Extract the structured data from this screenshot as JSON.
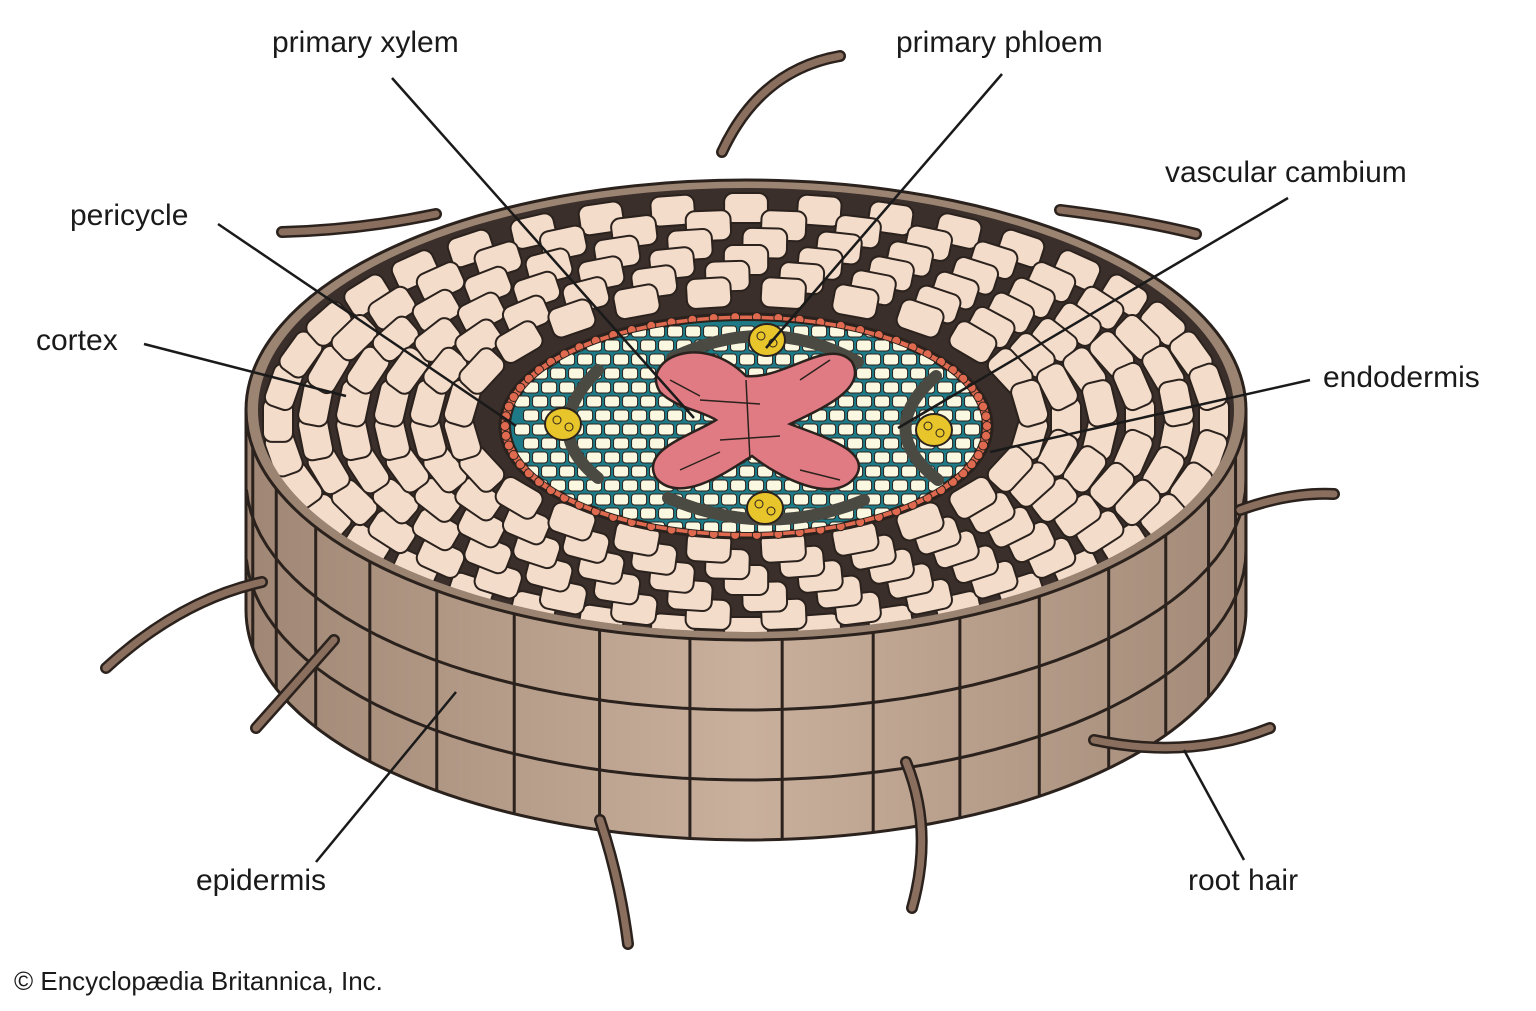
{
  "labels": {
    "primary_xylem": "primary xylem",
    "primary_phloem": "primary phloem",
    "vascular_cambium": "vascular cambium",
    "pericycle": "pericycle",
    "cortex": "cortex",
    "endodermis": "endodermis",
    "epidermis": "epidermis",
    "root_hair": "root hair"
  },
  "credit": "© Encyclopædia Britannica, Inc.",
  "colors": {
    "epidermis_side": "#b9a08c",
    "epidermis_top": "#9c8473",
    "cortex_cell": "#f4dccb",
    "cortex_bg": "#3a2f2a",
    "endodermis": "#e06a4f",
    "stele_bg": "#1e7a86",
    "stele_cell": "#fbf8e2",
    "xylem": "#e07b84",
    "phloem": "#e8c52a",
    "cambium": "#4a4a42",
    "root_hair": "#8a6e5e",
    "leader_line": "#1a1a1a"
  }
}
